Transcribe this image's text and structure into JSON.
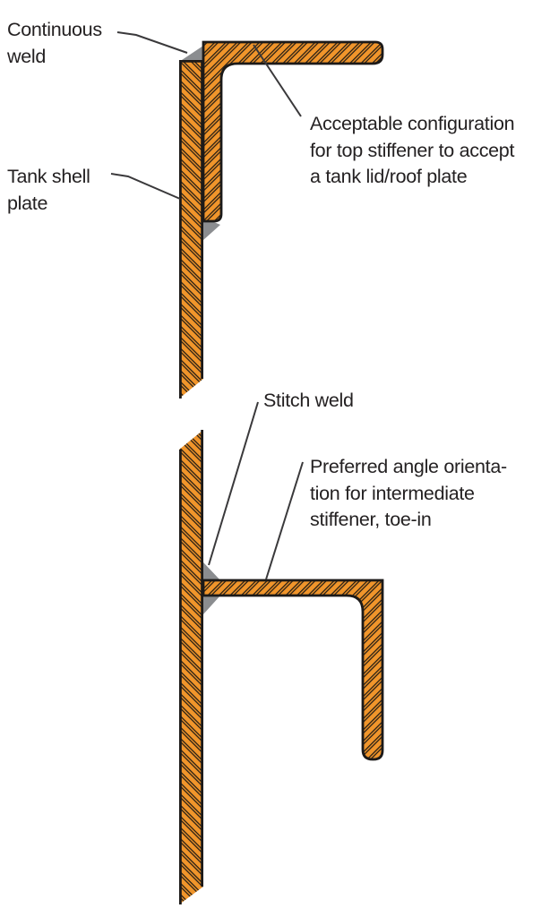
{
  "figure": {
    "type": "technical-diagram",
    "subject": "Tank shell stiffener weld configurations"
  },
  "labels": {
    "continuous_weld": {
      "lines": [
        "Continuous",
        "weld"
      ]
    },
    "tank_shell_plate": {
      "lines": [
        "Tank shell",
        "plate"
      ]
    },
    "acceptable": {
      "lines": [
        "Acceptable configuration",
        "for top stiffener to accept",
        "a tank lid/roof plate"
      ]
    },
    "stitch_weld": {
      "lines": [
        "Stitch weld"
      ]
    },
    "preferred": {
      "lines": [
        "Preferred angle orienta-",
        "tion for intermediate",
        "stiffener, toe-in"
      ]
    }
  },
  "colors": {
    "steel_orange": "#F0952B",
    "outline_black": "#1C1A19",
    "hatch_line": "#231c14",
    "weld_gray": "#8B8D90",
    "leader_gray": "#3A393B",
    "label_text": "#242122",
    "background": "#FFFFFF"
  }
}
